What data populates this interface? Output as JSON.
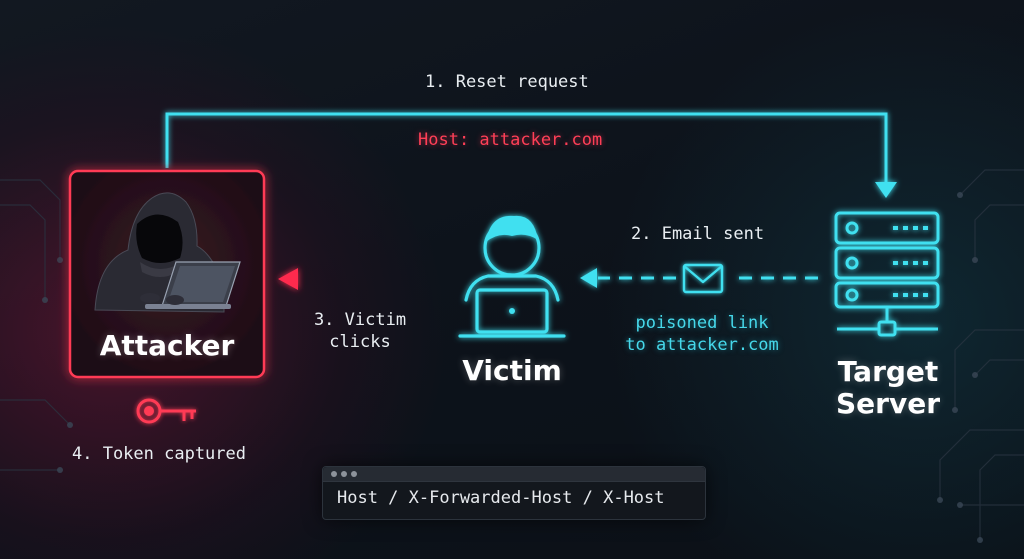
{
  "steps": {
    "step1": "1. Reset request",
    "host_header": "Host: attacker.com",
    "step2": "2. Email sent",
    "poison_line1": "poisoned link",
    "poison_line2": "to attacker.com",
    "step3_line1": "3. Victim",
    "step3_line2": "clicks",
    "step4": "4. Token captured"
  },
  "nodes": {
    "attacker": "Attacker",
    "victim": "Victim",
    "server_line1": "Target",
    "server_line2": "Server"
  },
  "terminal": {
    "text": "Host / X-Forwarded-Host / X-Host"
  },
  "icons": {
    "attacker": "hooded-hacker-icon",
    "victim": "user-laptop-icon",
    "server": "server-rack-icon",
    "email": "envelope-icon",
    "key": "key-icon"
  },
  "colors": {
    "attacker_red": "#ff3a55",
    "flow_cyan": "#3fe0f0",
    "victim_arrow": "#ff2f6a"
  }
}
